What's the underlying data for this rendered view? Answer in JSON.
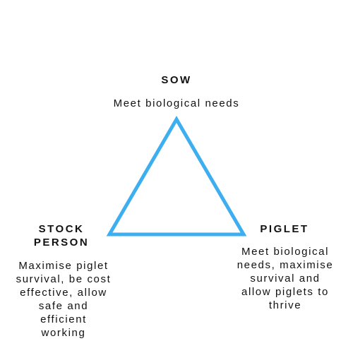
{
  "diagram": {
    "accent_color": "#3daef0",
    "nodes": {
      "sow": {
        "title": "SOW",
        "description": "Meet biological needs"
      },
      "stock_person": {
        "title_lines": [
          "STOCK",
          "PERSON"
        ],
        "description_lines": [
          "Maximise piglet",
          "survival, be cost",
          "effective, allow",
          "safe and",
          "efficient",
          "working"
        ]
      },
      "piglet": {
        "title": "PIGLET",
        "description_lines": [
          "Meet biological",
          "needs, maximise",
          "survival and",
          "allow piglets to",
          "thrive"
        ]
      }
    }
  }
}
